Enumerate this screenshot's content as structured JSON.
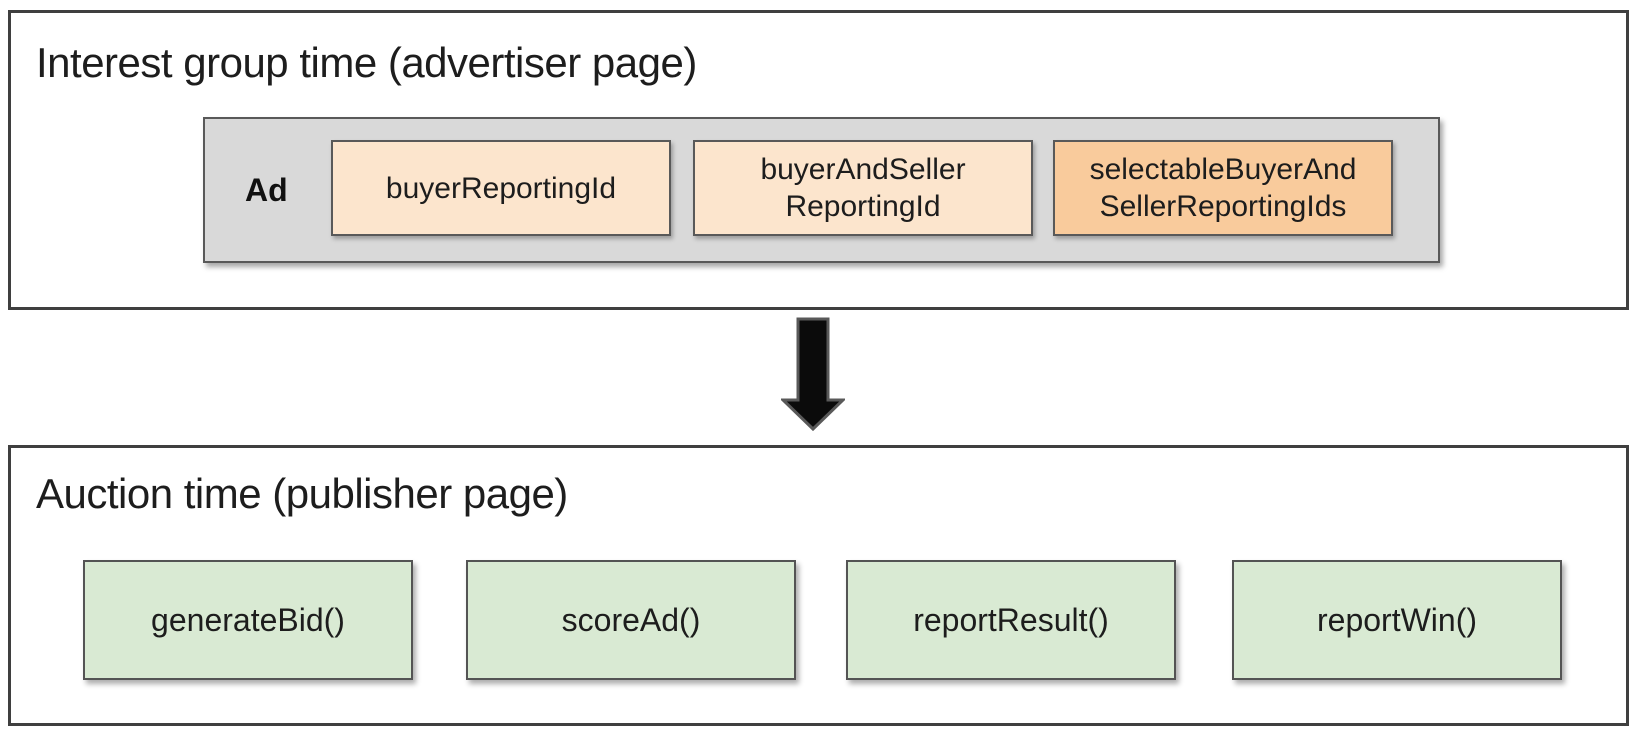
{
  "colors": {
    "cream_field": "#FCE5CD",
    "orange_field": "#F9CB9C",
    "green_function": "#D9EAD3",
    "ad_container_gray": "#D9D9D9",
    "box_border": "#595959",
    "section_border": "#3F3F3F",
    "arrow_fill": "#0B0B0B",
    "text": "#1D1D1D"
  },
  "interest_group_section": {
    "title": "Interest group time (advertiser page)",
    "ad_label": "Ad",
    "fields": [
      {
        "name": "buyerReportingId",
        "display": "buyerReportingId",
        "variant": "cream"
      },
      {
        "name": "buyerAndSellerReportingId",
        "display": "buyerAndSeller\nReportingId",
        "variant": "cream"
      },
      {
        "name": "selectableBuyerAndSellerReportingIds",
        "display": "selectableBuyerAnd\nSellerReportingIds",
        "variant": "orange"
      }
    ]
  },
  "arrow": {
    "icon": "down-block-arrow"
  },
  "auction_section": {
    "title": "Auction time (publisher page)",
    "functions": [
      "generateBid()",
      "scoreAd()",
      "reportResult()",
      "reportWin()"
    ]
  }
}
